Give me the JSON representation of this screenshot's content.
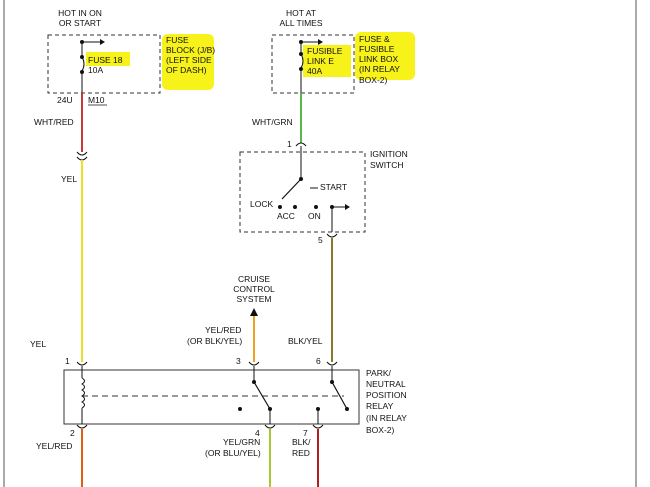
{
  "colors": {
    "highlight": "#f7f21a",
    "wire_wht_red": "#c83a3a",
    "wire_yel": "#e8e02a",
    "wire_wht_grn": "#5ab84a",
    "wire_blk_yel": "#8a7a2a",
    "wire_yel_red": "#f0a020",
    "wire_yel_grn": "#a8c830",
    "wire_blk_red": "#b02020",
    "wire_yel_red_bottom": "#e06010"
  },
  "left_source": {
    "title_line1": "HOT IN ON",
    "title_line2": "OR START",
    "fuse_label": "FUSE 18",
    "fuse_rating": "10A",
    "block_line1": "FUSE",
    "block_line2": "BLOCK (J/B)",
    "block_line3": "(LEFT SIDE",
    "block_line4": "OF DASH)",
    "connector_left": "24U",
    "connector_right": "M10",
    "wire_top": "WHT/RED",
    "wire_mid": "YEL"
  },
  "right_source": {
    "title_line1": "HOT AT",
    "title_line2": "ALL TIMES",
    "link_line1": "FUSIBLE",
    "link_line2": "LINK E",
    "link_rating": "40A",
    "box_line1": "FUSE &",
    "box_line2": "FUSIBLE",
    "box_line3": "LINK BOX",
    "box_line4": "(IN RELAY",
    "box_line5": "BOX-2)",
    "wire": "WHT/GRN"
  },
  "ignition_switch": {
    "label_line1": "IGNITION",
    "label_line2": "SWITCH",
    "pin_in": "1",
    "pin_out": "5",
    "pos_lock": "LOCK",
    "pos_acc": "ACC",
    "pos_on": "ON",
    "pos_start": "START"
  },
  "cruise": {
    "line1": "CRUISE",
    "line2": "CONTROL",
    "line3": "SYSTEM"
  },
  "relay": {
    "label_line1": "PARK/",
    "label_line2": "NEUTRAL",
    "label_line3": "POSITION",
    "label_line4": "RELAY",
    "label_line5": "(IN RELAY",
    "label_line6": "BOX-2)",
    "pin1": "1",
    "pin2": "2",
    "pin3": "3",
    "pin4": "4",
    "pin6": "6",
    "pin7": "7",
    "wire_pin1": "YEL",
    "wire_pin2": "YEL/RED",
    "wire_pin3_line1": "YEL/RED",
    "wire_pin3_line2": "(OR BLK/YEL)",
    "wire_pin6": "BLK/YEL",
    "wire_pin4_line1": "YEL/GRN",
    "wire_pin4_line2": "(OR BLU/YEL)",
    "wire_pin7_line1": "BLK/",
    "wire_pin7_line2": "RED"
  }
}
